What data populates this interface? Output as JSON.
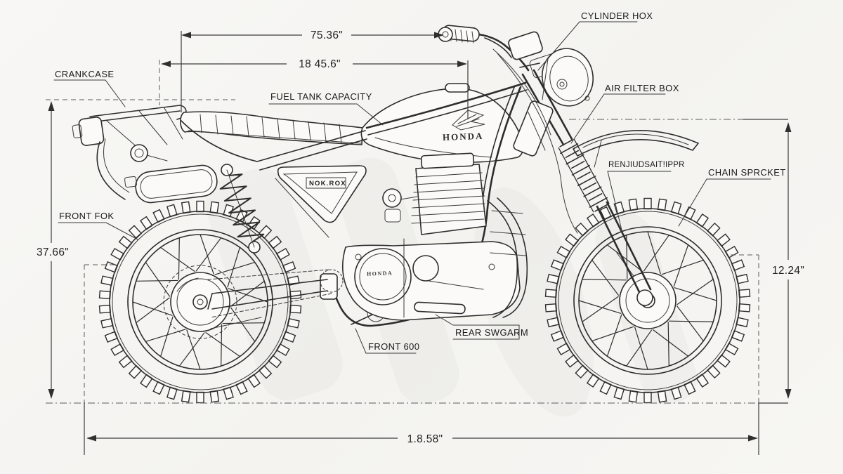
{
  "colors": {
    "line": "#2d2d2d",
    "dim": "#3a3a3a",
    "text": "#1b1b1b",
    "paper": "#f6f5f2"
  },
  "dimensions": {
    "top_length": "75.36\"",
    "mid_length": "18 45.6\"",
    "left_height": "37.66\"",
    "right_height": "12.24\"",
    "bottom_length": "1.8.58\""
  },
  "labels": {
    "crankcase": "CRANKCASE",
    "fuel_tank_capacity": "FUEL TANK CAPACITY",
    "cylinder_head": "CYLINDER HOX",
    "air_filter_box": "AIR FILTER BOX",
    "fork_caption": "RENJIUDSAIT!IPPR",
    "chain_sprocket": "CHAIN SPRCKET",
    "front_fork": "FRONT FOK",
    "rear_swingarm": "REAR SWGARM",
    "front_engine": "FRONT 600"
  },
  "badges": {
    "tank_logo": "HONDA",
    "side_panel": "NOK.ROX",
    "engine_case": "HONDA"
  }
}
